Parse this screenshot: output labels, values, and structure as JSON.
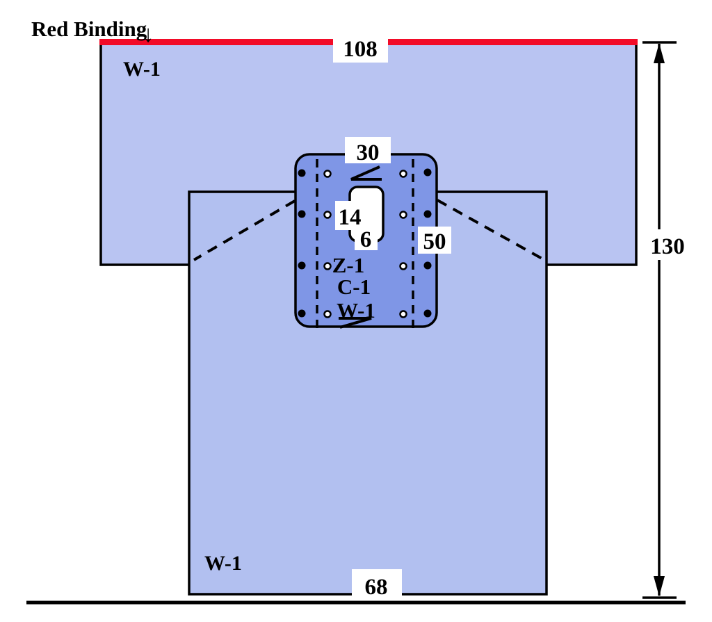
{
  "labels": {
    "red_binding": "Red Binding",
    "arrow_down": "↓",
    "top_sheet": "W-1",
    "body_sheet": "W-1",
    "panel_layer_1": "Z-1",
    "panel_layer_2": "C-1",
    "panel_layer_3": "W-1"
  },
  "dimensions": {
    "top_width": "108",
    "overall_height": "130",
    "panel_width": "30",
    "panel_height": "50",
    "fenestration_height": "14",
    "fenestration_width": "6",
    "bottom_width": "68"
  },
  "colors": {
    "top_sheet": "#b9c4f2",
    "body_sheet": "#b2c0f0",
    "panel": "#7f96e6",
    "binding": "#f20b28",
    "outline": "#000000",
    "label_bg": "#ffffff"
  }
}
